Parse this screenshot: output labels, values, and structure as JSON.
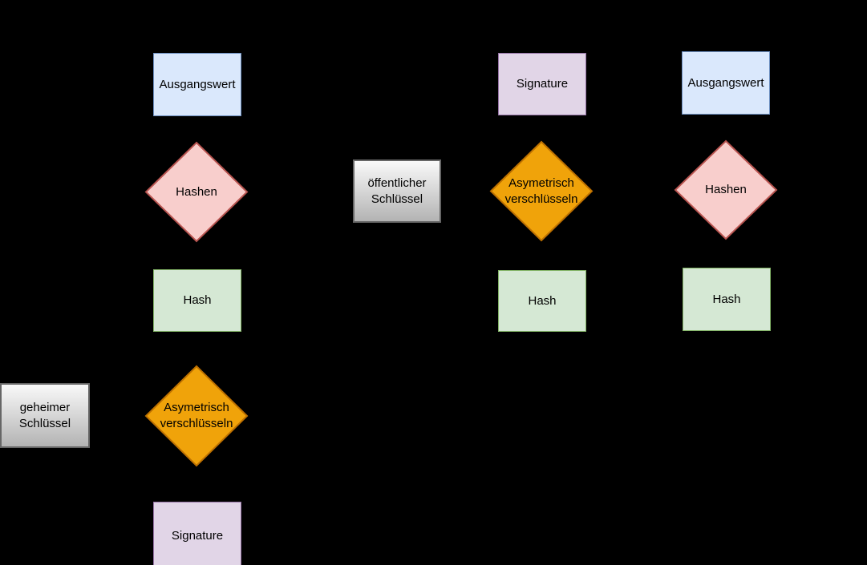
{
  "diagram": {
    "background_color": "#000000",
    "text_color": "#000000",
    "palette": {
      "blue_fill": "#dae8fc",
      "blue_stroke": "#6c8ebf",
      "pink_fill": "#f8cecc",
      "pink_stroke": "#b85450",
      "green_fill": "#d5e8d4",
      "green_stroke": "#82b366",
      "purple_fill": "#e1d5e7",
      "purple_stroke": "#9673a6",
      "orange_fill": "#f0a30a",
      "orange_stroke": "#bd7000",
      "gray_fill_top": "#f9f9f9",
      "gray_fill_bottom": "#b3b3b3",
      "gray_stroke": "#666666",
      "edge_color": "#000000"
    }
  },
  "nodes": {
    "ausgangswert_left": {
      "label": "Ausgangswert",
      "shape": "rectangle",
      "color": "blue"
    },
    "hashen_left": {
      "label": "Hashen",
      "shape": "diamond",
      "color": "pink"
    },
    "hash_left": {
      "label": "Hash",
      "shape": "rectangle",
      "color": "green"
    },
    "asym_left": {
      "label": "Asymetrisch\nverschlüsseln",
      "shape": "diamond",
      "color": "orange"
    },
    "signature_left": {
      "label": "Signature",
      "shape": "rectangle",
      "color": "purple"
    },
    "geheimer_schluessel": {
      "label": "geheimer\nSchlüssel",
      "shape": "rectangle",
      "color": "gray"
    },
    "oeffentlicher_schluessel": {
      "label": "öffentlicher\nSchlüssel",
      "shape": "rectangle",
      "color": "gray"
    },
    "signature_mid": {
      "label": "Signature",
      "shape": "rectangle",
      "color": "purple"
    },
    "asym_mid": {
      "label": "Asymetrisch\nverschlüsseln",
      "shape": "diamond",
      "color": "orange"
    },
    "hash_mid": {
      "label": "Hash",
      "shape": "rectangle",
      "color": "green"
    },
    "ausgangswert_right": {
      "label": "Ausgangswert",
      "shape": "rectangle",
      "color": "blue"
    },
    "hashen_right": {
      "label": "Hashen",
      "shape": "diamond",
      "color": "pink"
    },
    "hash_right": {
      "label": "Hash",
      "shape": "rectangle",
      "color": "green"
    }
  },
  "edges": [
    {
      "from": "ausgangswert_left",
      "to": "hashen_left"
    },
    {
      "from": "hashen_left",
      "to": "hash_left"
    },
    {
      "from": "hash_left",
      "to": "asym_left"
    },
    {
      "from": "asym_left",
      "to": "signature_left"
    },
    {
      "from": "geheimer_schluessel",
      "to": "asym_left"
    },
    {
      "from": "signature_mid",
      "to": "asym_mid"
    },
    {
      "from": "oeffentlicher_schluessel",
      "to": "asym_mid"
    },
    {
      "from": "asym_mid",
      "to": "hash_mid"
    },
    {
      "from": "ausgangswert_right",
      "to": "hashen_right"
    },
    {
      "from": "hashen_right",
      "to": "hash_right"
    }
  ]
}
